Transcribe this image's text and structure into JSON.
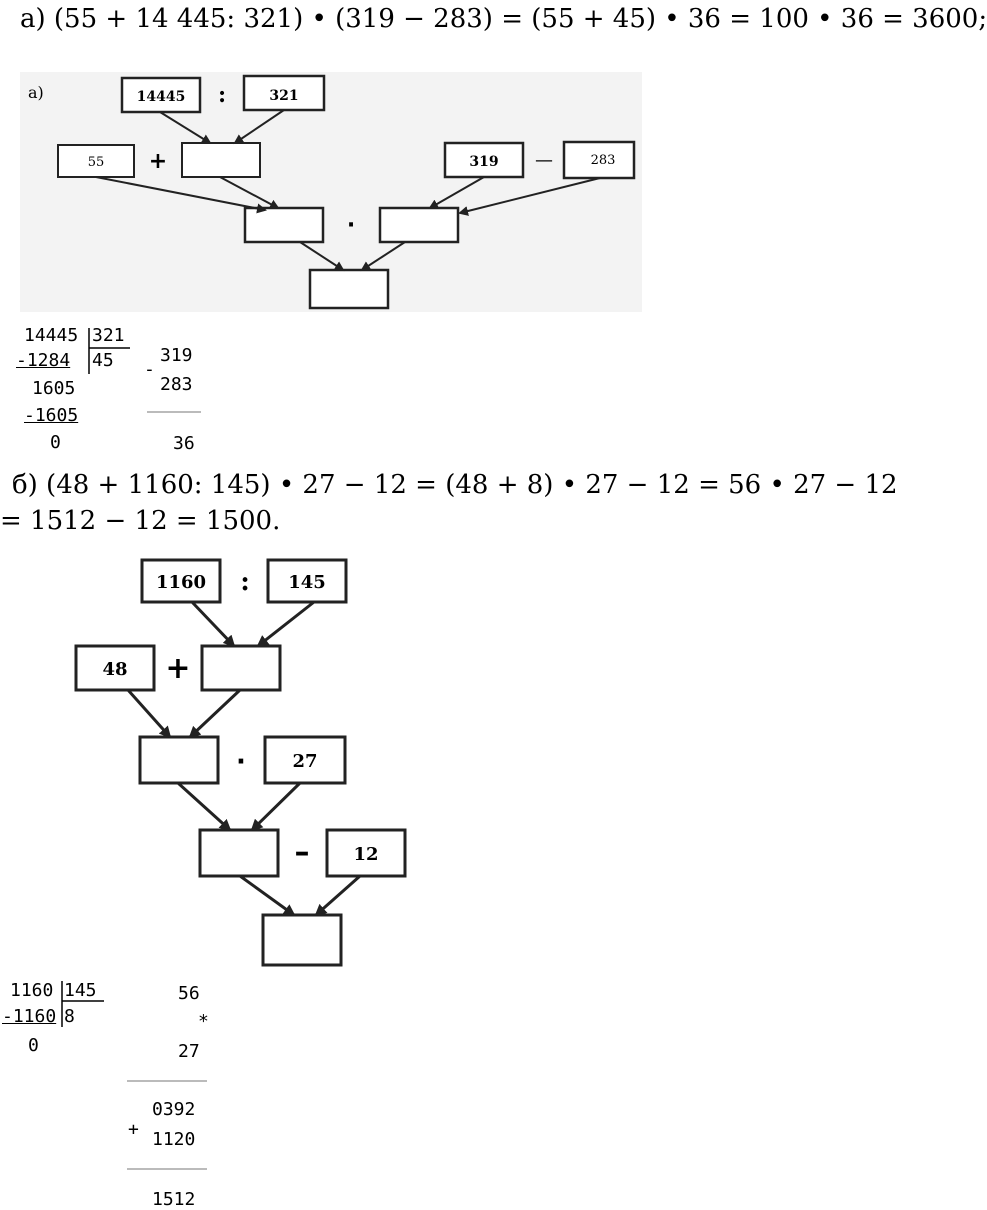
{
  "part_a": {
    "equation": "а) (55 + 14 445: 321) • (319 − 283) = (55 + 45) • 36 = 100 • 36 = 3600;",
    "diagram": {
      "label": "а)",
      "box_dividend": "14445",
      "op_div": ":",
      "box_divisor": "321",
      "box_55": "55",
      "op_plus": "+",
      "box_319": "319",
      "op_minus": "—",
      "box_283": "283",
      "op_mul": "·"
    },
    "division": {
      "dividend": "14445",
      "divisor": "321",
      "step1": "-1284",
      "quotient": "45",
      "remainder1": "1605",
      "step2": "-1605",
      "remainder": "0"
    },
    "subtraction": {
      "sign": "-",
      "minuend": "319",
      "subtrahend": "283",
      "result": "36"
    }
  },
  "part_b": {
    "equation_line1": "б) (48 + 1160: 145) • 27 − 12 = (48 + 8) • 27 − 12 = 56 • 27 − 12",
    "equation_line2": "= 1512 − 12 = 1500.",
    "diagram": {
      "box_1160": "1160",
      "op_div": ":",
      "box_145": "145",
      "box_48": "48",
      "op_plus": "+",
      "op_mul": "·",
      "box_27": "27",
      "op_minus": "–",
      "box_12": "12"
    },
    "division": {
      "dividend": "1160",
      "divisor": "145",
      "step": "-1160",
      "quotient": "8",
      "remainder": "0"
    },
    "multiplication": {
      "multiplicand": "56",
      "sign": "*",
      "multiplier": "27",
      "plus": "+",
      "partial1": "0392",
      "partial2": "1120",
      "result": "1512"
    }
  }
}
